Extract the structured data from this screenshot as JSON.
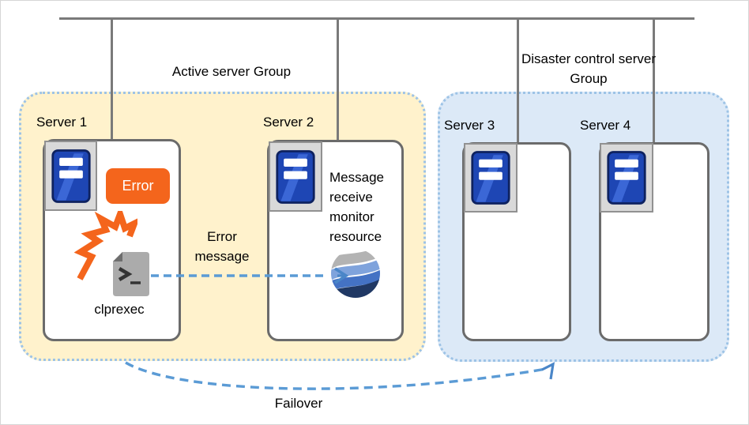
{
  "groups": {
    "active": {
      "label": "Active server Group",
      "servers": [
        {
          "name": "Server 1"
        },
        {
          "name": "Server 2"
        }
      ]
    },
    "disaster": {
      "label": "Disaster control server Group",
      "servers": [
        {
          "name": "Server 3"
        },
        {
          "name": "Server 4"
        }
      ]
    }
  },
  "annotations": {
    "error_badge": "Error",
    "error_message": "Error message",
    "clprexec_label": "clprexec",
    "monitor_resource": "Message receive monitor resource",
    "failover": "Failover"
  },
  "icons": {
    "server": "server-icon",
    "error_burst": "error-burst-icon",
    "terminal_document": "terminal-document-icon",
    "globe_monitor": "globe-monitor-icon",
    "error_message_arrow": "error-message-arrow-icon",
    "failover_arrow": "failover-arrow-icon"
  },
  "colors": {
    "active_group_bg": "#FFF2CC",
    "disaster_group_bg": "#DCE9F7",
    "dotted_border": "#9DC3E6",
    "error_orange": "#F4651C",
    "arrow_blue": "#5B9BD5",
    "line_gray": "#7A7A7A",
    "server_icon_blue": "#1E46B4",
    "globe_navy": "#203864"
  }
}
